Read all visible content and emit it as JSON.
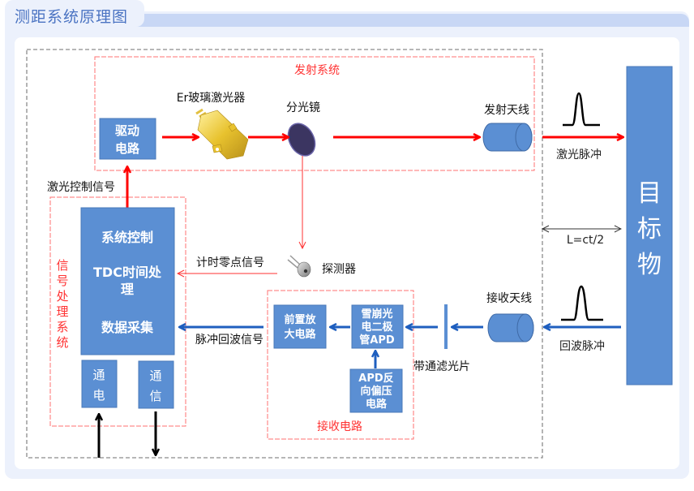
{
  "header": {
    "title": "测距系统原理图"
  },
  "diagram": {
    "groups": {
      "transmit_system": "发射系统",
      "signal_processing": "信号处理系统",
      "receive_circuit": "接收电路"
    },
    "blocks": {
      "driver_circuit": [
        "驱动",
        "电路"
      ],
      "system_control": "系统控制",
      "tdc_processing": [
        "TDC时间处",
        "理"
      ],
      "data_acquisition": "数据采集",
      "power": [
        "通",
        "电"
      ],
      "communication": [
        "通",
        "信"
      ],
      "preamp": [
        "前置放",
        "大电路"
      ],
      "apd": [
        "雪崩光",
        "电二极",
        "管APD"
      ],
      "apd_bias": [
        "APD反",
        "向偏压",
        "电路"
      ],
      "target": [
        "目",
        "标",
        "物"
      ]
    },
    "components": {
      "laser": "Er玻璃激光器",
      "beam_splitter": "分光镜",
      "tx_antenna": "发射天线",
      "detector": "探测器",
      "rx_antenna": "接收天线",
      "bandpass_filter": "带通滤光片"
    },
    "signals": {
      "laser_control": "激光控制信号",
      "timing_zero": "计时零点信号",
      "pulse_echo": "脉冲回波信号",
      "laser_pulse": "激光脉冲",
      "echo_pulse": "回波脉冲",
      "distance_formula": "L=ct/2"
    },
    "colors": {
      "block_fill": "#5b8fd3",
      "block_border": "#4a78b8",
      "tx_arrow": "#ff0000",
      "rx_arrow": "#1f5fbf",
      "group_border": "#ff6666",
      "group_label": "#ff3333",
      "outer_border": "#8c8c8c"
    }
  }
}
